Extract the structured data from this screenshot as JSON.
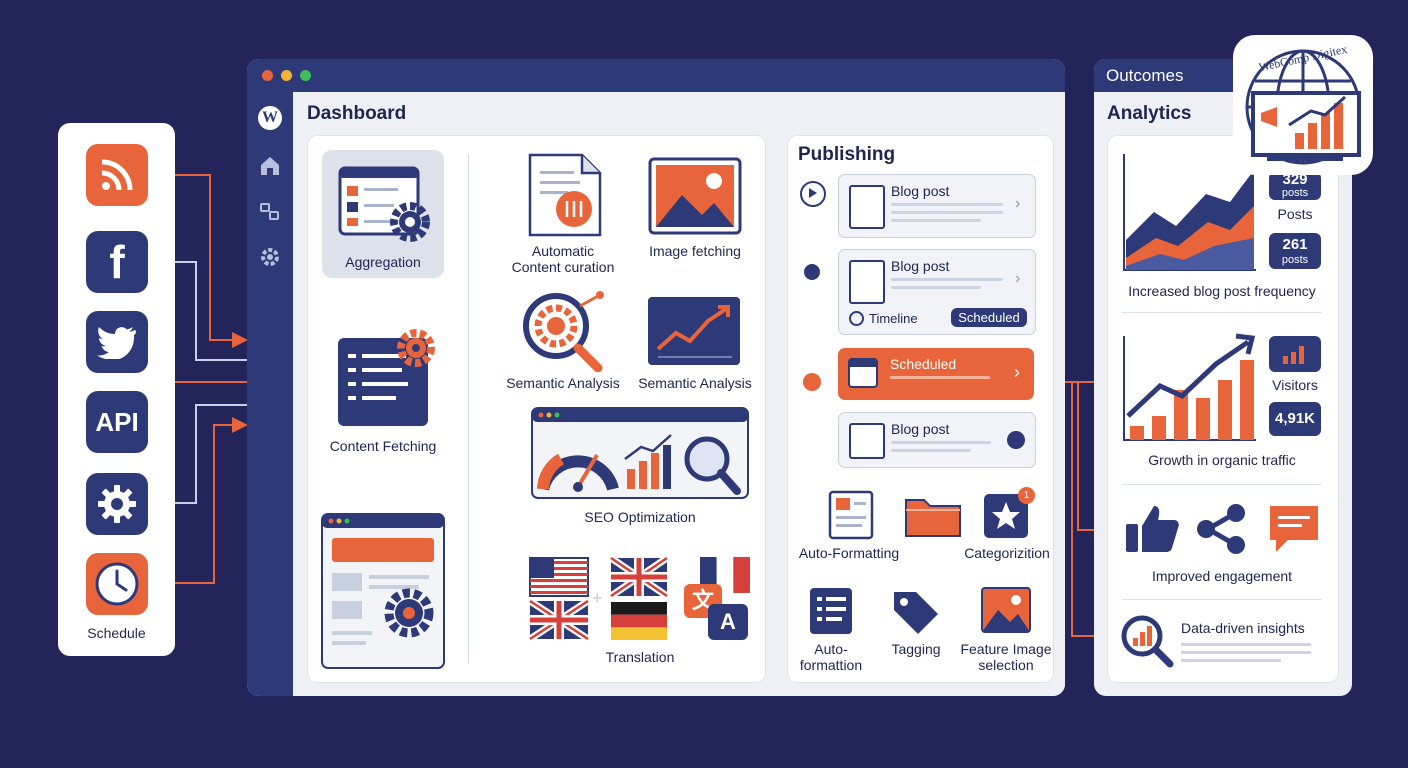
{
  "sources": {
    "items": [
      {
        "name": "rss",
        "text": ""
      },
      {
        "name": "facebook",
        "text": "f"
      },
      {
        "name": "twitter",
        "text": ""
      },
      {
        "name": "api",
        "text": "API"
      },
      {
        "name": "settings",
        "text": ""
      },
      {
        "name": "schedule",
        "text": ""
      }
    ],
    "schedule_label": "Schedule"
  },
  "dashboard": {
    "title": "Dashboard",
    "aggregation": "Aggregation",
    "content_fetching": "Content Fetching",
    "automatic_curation": "Automatic\nContent curation",
    "image_fetching": "Image fetching",
    "semantic_analysis_1": "Semantic Analysis",
    "semantic_analysis_2": "Semantic Analysis",
    "seo": "SEO Optimization",
    "translation": "Translation",
    "translate_glyph_a": "文",
    "translate_glyph_b": "A"
  },
  "publishing": {
    "title": "Publishing",
    "post1": "Blog post",
    "post2": "Blog post",
    "timeline": "Timeline",
    "scheduled_badge": "Scheduled",
    "scheduled": "Scheduled",
    "post3": "Blog post",
    "auto_formatting": "Auto-Formatting",
    "categorization": "Categorizition",
    "category_count": "1",
    "auto_formattion": "Auto-\nformattion",
    "tagging": "Tagging",
    "feature_image": "Feature Image\nselection"
  },
  "outcomes": {
    "header": "Outcomes",
    "title": "Analytics",
    "posts_badge_top_value": "329",
    "posts_badge_top_unit": "posts",
    "posts_label": "Posts",
    "posts_badge_value": "261",
    "posts_badge_unit": "posts",
    "increased_frequency": "Increased blog post frequency",
    "visitors_label": "Visitors",
    "visitors_value": "4,91K",
    "organic_growth": "Growth in organic traffic",
    "engagement": "Improved engagement",
    "insights": "Data-driven insights"
  },
  "logo": {
    "text": "WebComp Digitex"
  },
  "colors": {
    "navy": "#2d3a77",
    "orange": "#e8643a",
    "background": "#22245a"
  }
}
